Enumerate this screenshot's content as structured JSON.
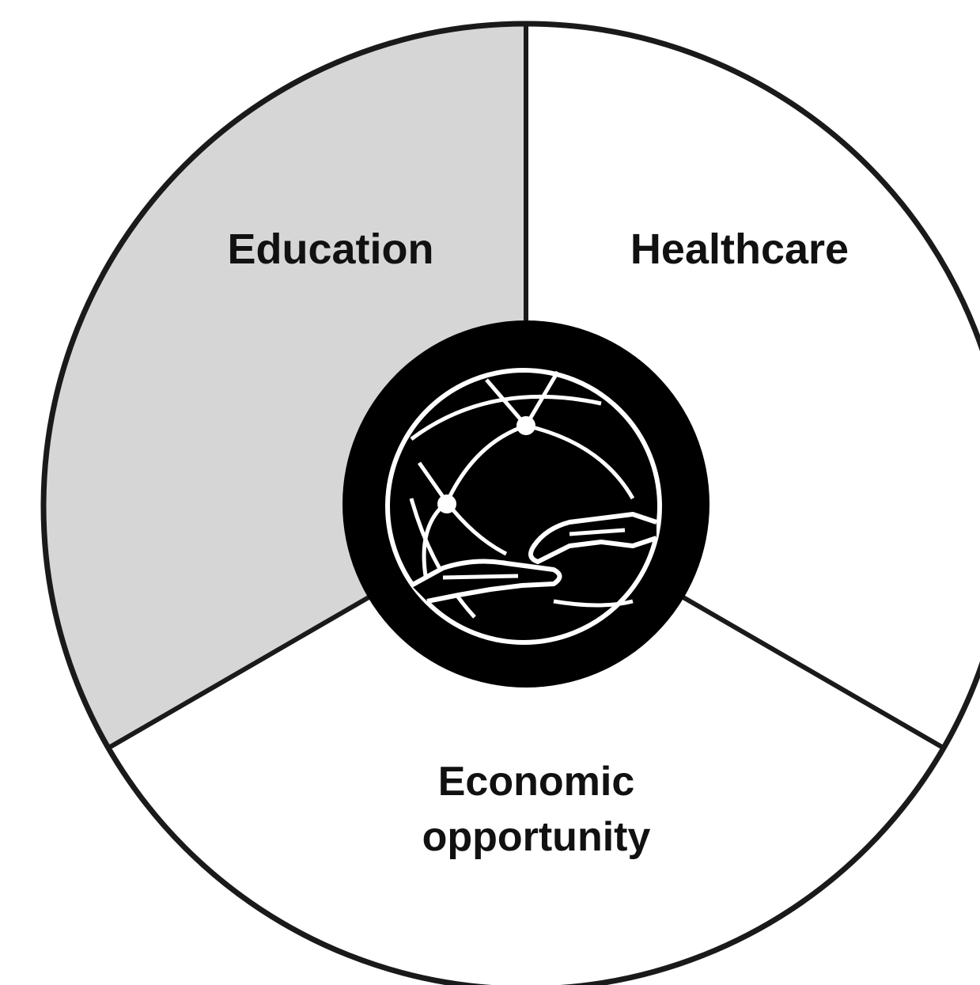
{
  "segments": [
    {
      "id": "education",
      "label": "Education",
      "fill": "#d6d6d6"
    },
    {
      "id": "healthcare",
      "label": "Healthcare",
      "fill": "#ffffff"
    },
    {
      "id": "economic",
      "label_line1": "Economic",
      "label_line2": "opportunity",
      "fill": "#ffffff"
    }
  ],
  "center": {
    "icon": "globe-with-hands-icon",
    "ring_color": "#000000",
    "line_color": "#ffffff"
  },
  "colors": {
    "outline": "#1a1a1a",
    "text": "#111111"
  }
}
